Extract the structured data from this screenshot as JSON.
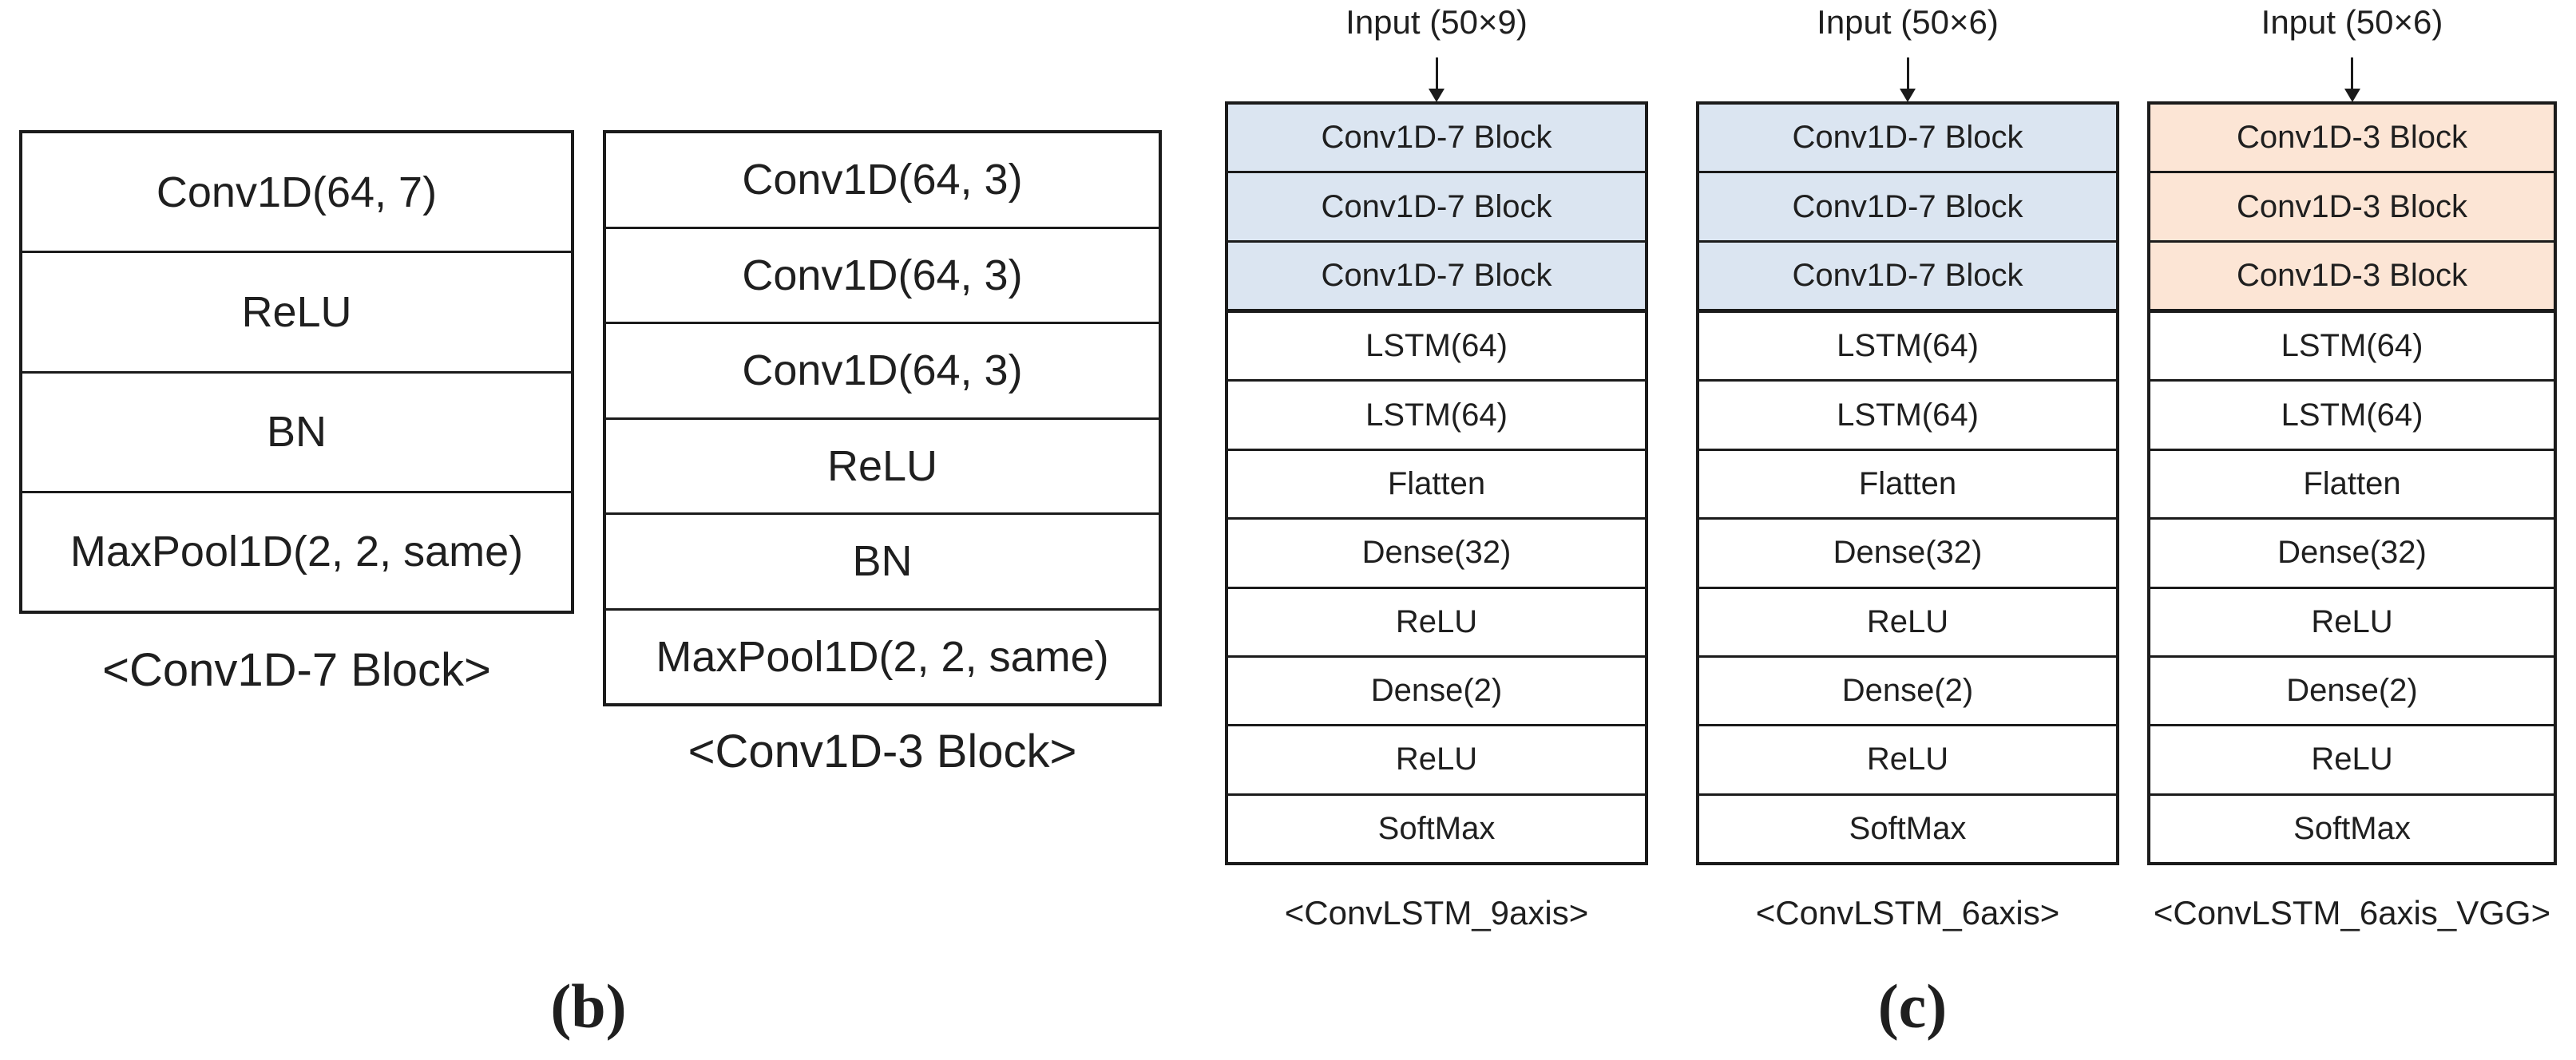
{
  "colors": {
    "conv7_block_fill": "#dbe5f1",
    "conv3_block_fill": "#fce5d5",
    "line": "#1b1b1b"
  },
  "panel_b": {
    "caption": "(b)",
    "blocks": [
      {
        "label": "<Conv1D-7 Block>",
        "rows": [
          "Conv1D(64, 7)",
          "ReLU",
          "BN",
          "MaxPool1D(2, 2, same)"
        ]
      },
      {
        "label": "<Conv1D-3 Block>",
        "rows": [
          "Conv1D(64, 3)",
          "Conv1D(64, 3)",
          "Conv1D(64, 3)",
          "ReLU",
          "BN",
          "MaxPool1D(2, 2, same)"
        ]
      }
    ]
  },
  "panel_c": {
    "caption": "(c)",
    "columns": [
      {
        "input_label": "Input (50×9)",
        "caption": "<ConvLSTM_9axis>",
        "block_rows": [
          "Conv1D-7 Block",
          "Conv1D-7 Block",
          "Conv1D-7 Block"
        ],
        "rows": [
          "LSTM(64)",
          "LSTM(64)",
          "Flatten",
          "Dense(32)",
          "ReLU",
          "Dense(2)",
          "ReLU",
          "SoftMax"
        ]
      },
      {
        "input_label": "Input (50×6)",
        "caption": "<ConvLSTM_6axis>",
        "block_rows": [
          "Conv1D-7 Block",
          "Conv1D-7 Block",
          "Conv1D-7 Block"
        ],
        "rows": [
          "LSTM(64)",
          "LSTM(64)",
          "Flatten",
          "Dense(32)",
          "ReLU",
          "Dense(2)",
          "ReLU",
          "SoftMax"
        ]
      },
      {
        "input_label": "Input (50×6)",
        "caption": "<ConvLSTM_6axis_VGG>",
        "block_rows": [
          "Conv1D-3 Block",
          "Conv1D-3 Block",
          "Conv1D-3 Block"
        ],
        "rows": [
          "LSTM(64)",
          "LSTM(64)",
          "Flatten",
          "Dense(32)",
          "ReLU",
          "Dense(2)",
          "ReLU",
          "SoftMax"
        ]
      }
    ]
  }
}
